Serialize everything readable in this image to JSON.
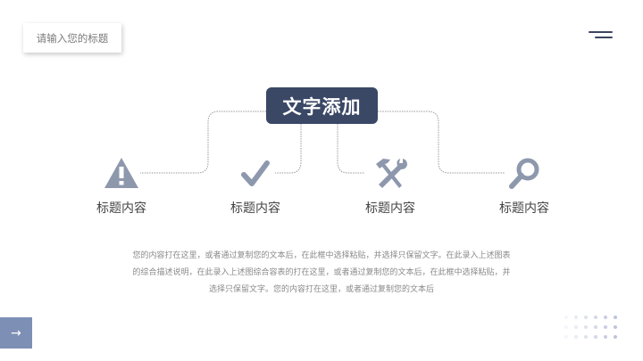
{
  "header": {
    "title_placeholder": "请输入您的标题",
    "menu_icon": "menu-lines-icon"
  },
  "center": {
    "label": "文字添加"
  },
  "items": [
    {
      "icon": "warning-icon",
      "label": "标题内容"
    },
    {
      "icon": "check-icon",
      "label": "标题内容"
    },
    {
      "icon": "tools-icon",
      "label": "标题内容"
    },
    {
      "icon": "search-icon",
      "label": "标题内容"
    }
  ],
  "description": {
    "lines": [
      "您的内容打在这里，或者通过复制您的文本后，在此框中选择粘贴，并选择只保留文字。在此录入上述图表",
      "的综合描述说明，在此录入上述图综合容表的打在这里，或者通过复制您的文本后，在此框中选择粘贴，并",
      "选择只保留文字。您的内容打在这里，或者通过复制您的文本后"
    ]
  },
  "footer": {
    "next_arrow": "→"
  },
  "colors": {
    "primary": "#3a4866",
    "icon": "#8e98ad",
    "accent_box": "#7d8fb5",
    "connector": "#9a9a9a"
  }
}
